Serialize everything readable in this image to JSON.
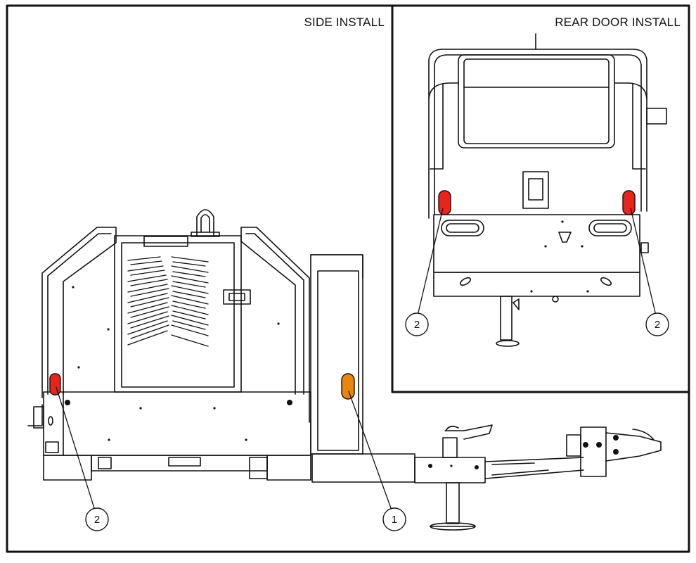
{
  "panels": {
    "side": {
      "label": "SIDE INSTALL"
    },
    "rear": {
      "label": "REAR DOOR INSTALL"
    }
  },
  "callouts": {
    "side_rear_lamp": "2",
    "side_marker_lamp": "1",
    "rear_left_lamp": "2",
    "rear_right_lamp": "2"
  },
  "colors": {
    "red_lamp": "#e8241c",
    "amber_lamp": "#e8860f",
    "line": "#111111",
    "background": "#ffffff"
  }
}
